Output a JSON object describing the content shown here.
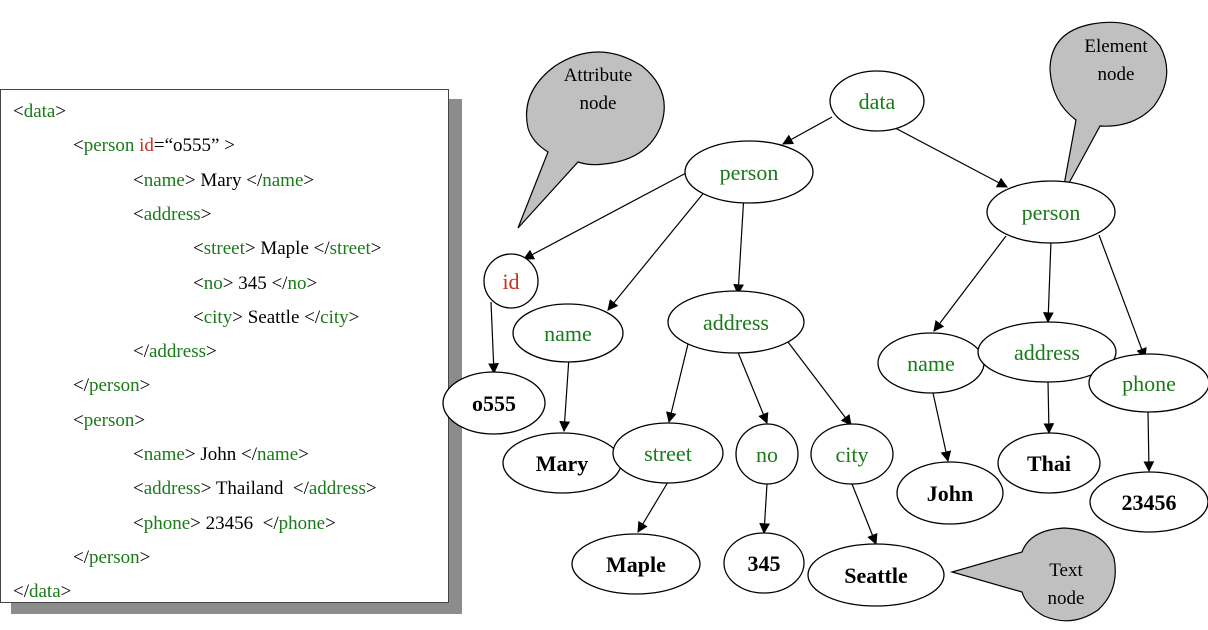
{
  "xml_lines": [
    {
      "indent": 0,
      "open": "<",
      "tag": "data",
      "close": ">"
    },
    {
      "indent": 1,
      "open": "<",
      "tag": "person",
      "sp": " ",
      "attr": "id",
      "val": "=“o555” >"
    },
    {
      "indent": 2,
      "open": "<",
      "tag": "name",
      "close": ">",
      "text": " Mary ",
      "eopen": "</",
      "etag": "name",
      "eclose": ">"
    },
    {
      "indent": 2,
      "open": "<",
      "tag": "address",
      "close": ">"
    },
    {
      "indent": 3,
      "open": "<",
      "tag": "street",
      "close": ">",
      "text": " Maple ",
      "eopen": "</",
      "etag": "street",
      "eclose": ">"
    },
    {
      "indent": 3,
      "open": "<",
      "tag": "no",
      "close": ">",
      "text": " 345 ",
      "eopen": "</",
      "etag": "no",
      "eclose": ">"
    },
    {
      "indent": 3,
      "open": "<",
      "tag": "city",
      "close": ">",
      "text": " Seattle ",
      "eopen": "</",
      "etag": "city",
      "eclose": ">"
    },
    {
      "indent": 2,
      "open": "</",
      "tag": "address",
      "close": ">"
    },
    {
      "indent": 1,
      "open": "</",
      "tag": "person",
      "close": ">"
    },
    {
      "indent": 1,
      "open": "<",
      "tag": "person",
      "close": ">"
    },
    {
      "indent": 2,
      "open": "<",
      "tag": "name",
      "close": ">",
      "text": " John ",
      "eopen": "</",
      "etag": "name",
      "eclose": ">"
    },
    {
      "indent": 2,
      "open": "<",
      "tag": "address",
      "close": ">",
      "text": " Thailand  ",
      "eopen": "</",
      "etag": "address",
      "eclose": ">"
    },
    {
      "indent": 2,
      "open": "<",
      "tag": "phone",
      "close": ">",
      "text": " 23456  ",
      "eopen": "</",
      "etag": "phone",
      "eclose": ">"
    },
    {
      "indent": 1,
      "open": "</",
      "tag": "person",
      "close": ">"
    },
    {
      "indent": 0,
      "open": "</",
      "tag": "data",
      "close": ">"
    }
  ],
  "tree": {
    "nodes": {
      "data": "data",
      "person1": "person",
      "person2": "person",
      "id": "id",
      "name1": "name",
      "address1": "address",
      "o555": "o555",
      "mary": "Mary",
      "street": "street",
      "no": "no",
      "city": "city",
      "maple": "Maple",
      "n345": "345",
      "seattle": "Seattle",
      "name2": "name",
      "address2": "address",
      "phone": "phone",
      "john": "John",
      "thai": "Thai",
      "n23456": "23456"
    }
  },
  "callouts": {
    "attribute": [
      "Attribute",
      "node"
    ],
    "element": [
      "Element",
      "node"
    ],
    "text": [
      "Text",
      "node"
    ]
  },
  "colors": {
    "element_label": "#1a7a1a",
    "attribute_label": "#c8321e",
    "callout_fill": "#c0c0c0"
  }
}
